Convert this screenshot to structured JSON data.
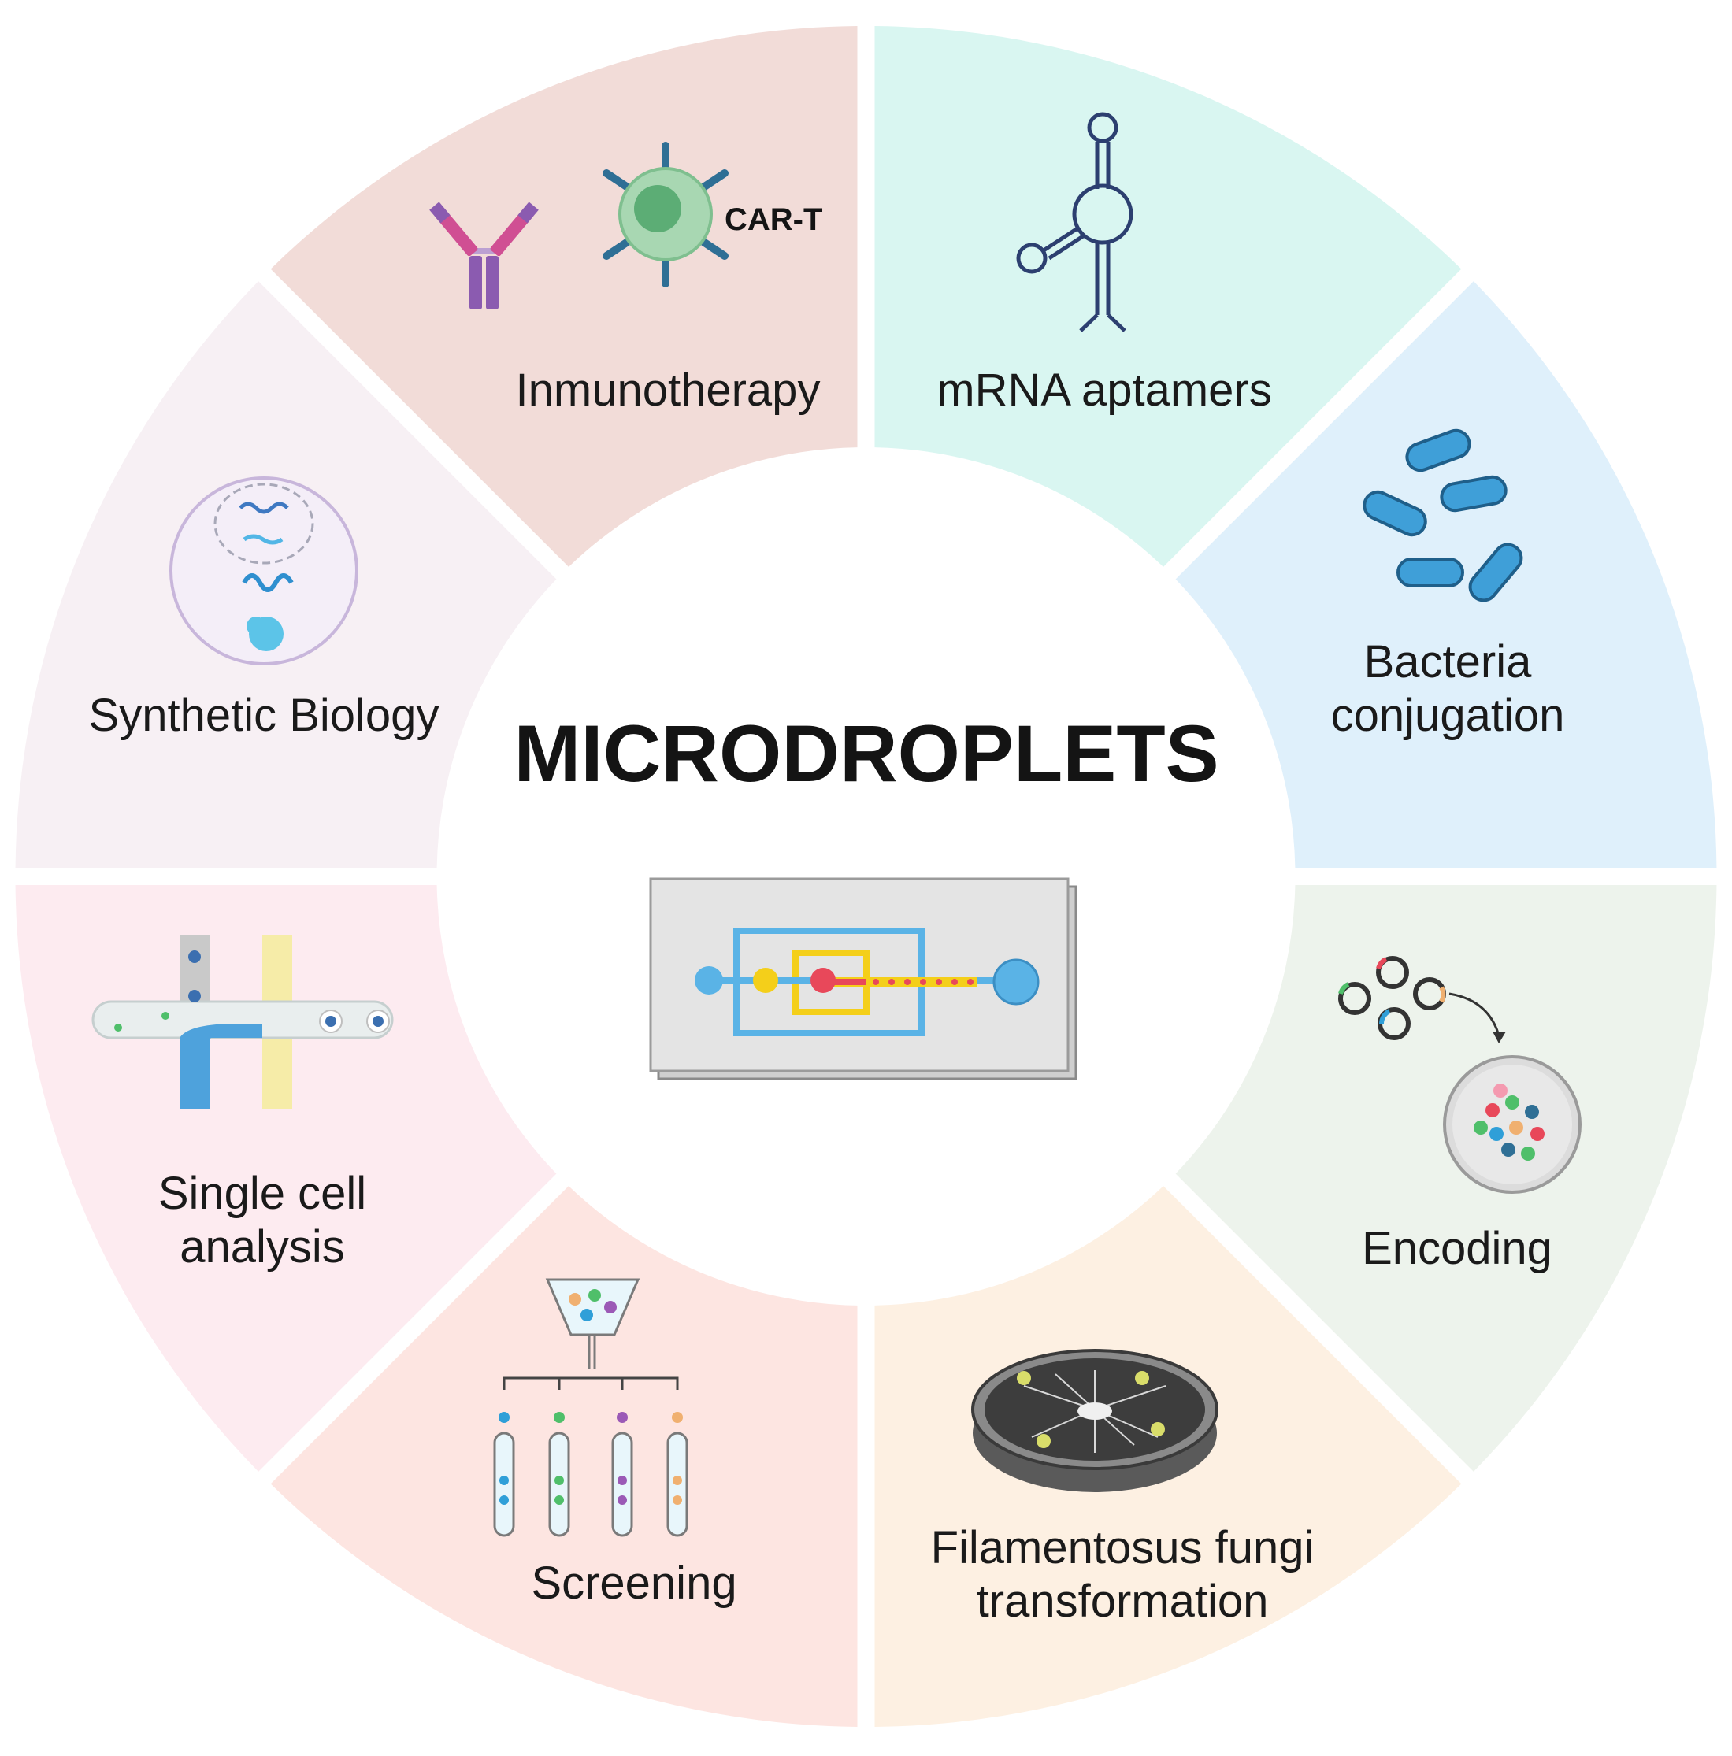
{
  "title": "MICRODROPLETS",
  "segments": [
    {
      "id": "immunotherapy",
      "lines": [
        "Inmunotherapy"
      ],
      "color": "#d9f6f1",
      "icon": "antibody-car-t-icon",
      "badge": "CAR-T"
    },
    {
      "id": "mrna-aptamers",
      "lines": [
        "mRNA aptamers"
      ],
      "color": "#dff0fb",
      "icon": "rna-hairpin-icon"
    },
    {
      "id": "bacteria-conjugation",
      "lines": [
        "Bacteria",
        "conjugation"
      ],
      "color": "#edf3ec",
      "icon": "bacteria-icon"
    },
    {
      "id": "encoding",
      "lines": [
        "Encoding"
      ],
      "color": "#fdf0e2",
      "icon": "plasmid-petri-dish-icon"
    },
    {
      "id": "filamentosus-fungi",
      "lines": [
        "Filamentosus fungi",
        "transformation"
      ],
      "color": "#fde5e1",
      "icon": "fungi-petri-dish-icon"
    },
    {
      "id": "screening",
      "lines": [
        "Screening"
      ],
      "color": "#fdebf0",
      "icon": "screening-tubes-icon"
    },
    {
      "id": "single-cell-analysis",
      "lines": [
        "Single cell",
        "analysis"
      ],
      "color": "#f7f0f4",
      "icon": "droplet-junction-icon"
    },
    {
      "id": "synthetic-biology",
      "lines": [
        "Synthetic Biology"
      ],
      "color": "#f2dcd8",
      "icon": "central-dogma-icon"
    }
  ],
  "center_icon": "microfluidic-chip-icon"
}
